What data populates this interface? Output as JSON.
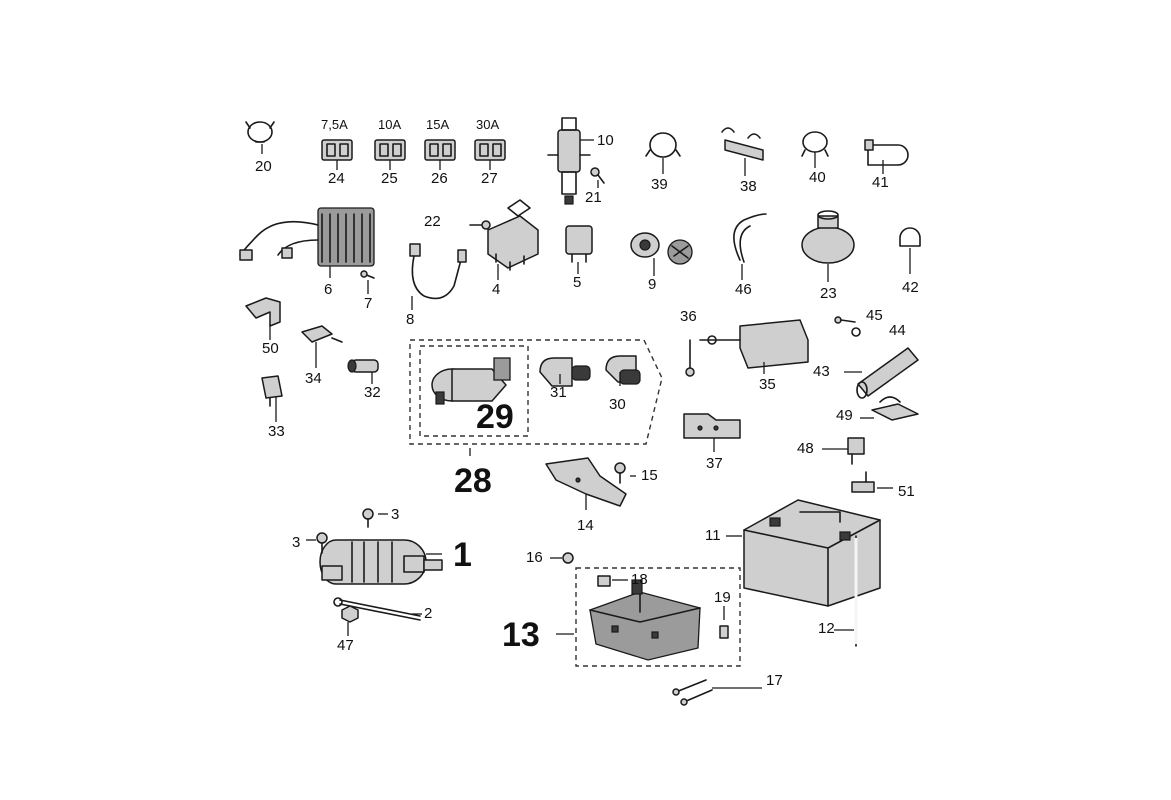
{
  "diagram": {
    "fuse_ratings": {
      "f24": "7,5A",
      "f25": "10A",
      "f26": "15A",
      "f27": "30A"
    },
    "callouts": {
      "c1": "1",
      "c2": "2",
      "c3a": "3",
      "c3b": "3",
      "c4": "4",
      "c5": "5",
      "c6": "6",
      "c7": "7",
      "c8": "8",
      "c9": "9",
      "c10": "10",
      "c11": "11",
      "c12": "12",
      "c13": "13",
      "c14": "14",
      "c15": "15",
      "c16": "16",
      "c17": "17",
      "c18": "18",
      "c19": "19",
      "c20": "20",
      "c21": "21",
      "c22": "22",
      "c23": "23",
      "c24": "24",
      "c25": "25",
      "c26": "26",
      "c27": "27",
      "c28": "28",
      "c29": "29",
      "c30": "30",
      "c31": "31",
      "c32": "32",
      "c33": "33",
      "c34": "34",
      "c35": "35",
      "c36": "36",
      "c37": "37",
      "c38": "38",
      "c39": "39",
      "c40": "40",
      "c41": "41",
      "c42": "42",
      "c43": "43",
      "c44": "44",
      "c45": "45",
      "c46": "46",
      "c47": "47",
      "c48": "48",
      "c49": "49",
      "c50": "50",
      "c51": "51"
    }
  }
}
